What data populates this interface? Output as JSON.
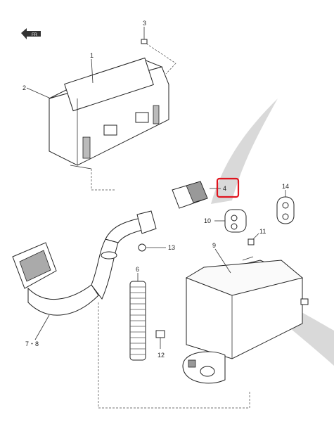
{
  "parts": {
    "p1": "1",
    "p2": "2",
    "p3": "3",
    "p4": "4",
    "p6": "6",
    "p7_8": "7・8",
    "p9": "9",
    "p10": "10",
    "p11": "11",
    "p12": "12",
    "p13": "13",
    "p14": "14"
  },
  "badge": {
    "text": "FR"
  },
  "colors": {
    "highlight": "#e0141e",
    "watermark": "#d9d9d9",
    "ink": "#222222"
  }
}
